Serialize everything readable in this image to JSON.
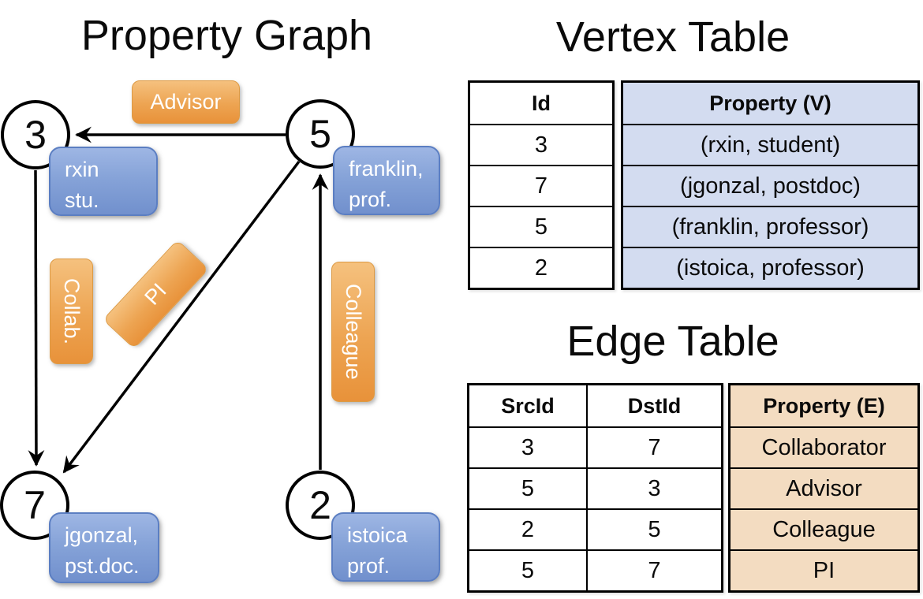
{
  "slide": {
    "graph_title": "Property Graph",
    "vertex_table_title": "Vertex Table",
    "edge_table_title": "Edge Table"
  },
  "graph": {
    "vertices": [
      {
        "id": "3",
        "line1": "rxin",
        "line2": "stu."
      },
      {
        "id": "5",
        "line1": "franklin,",
        "line2": "prof."
      },
      {
        "id": "7",
        "line1": "jgonzal,",
        "line2": "pst.doc."
      },
      {
        "id": "2",
        "line1": "istoica",
        "line2": "prof."
      }
    ],
    "edges": [
      {
        "label": "Advisor",
        "src": "5",
        "dst": "3"
      },
      {
        "label": "Collab.",
        "src": "3",
        "dst": "7"
      },
      {
        "label": "PI",
        "src": "5",
        "dst": "7"
      },
      {
        "label": "Colleague",
        "src": "2",
        "dst": "5"
      }
    ]
  },
  "vertex_table": {
    "columns": [
      "Id",
      "Property (V)"
    ],
    "rows": [
      [
        "3",
        "(rxin, student)"
      ],
      [
        "7",
        "(jgonzal, postdoc)"
      ],
      [
        "5",
        "(franklin, professor)"
      ],
      [
        "2",
        "(istoica, professor)"
      ]
    ]
  },
  "edge_table": {
    "columns": [
      "SrcId",
      "DstId",
      "Property (E)"
    ],
    "rows": [
      [
        "3",
        "7",
        "Collaborator"
      ],
      [
        "5",
        "3",
        "Advisor"
      ],
      [
        "2",
        "5",
        "Colleague"
      ],
      [
        "5",
        "7",
        "PI"
      ]
    ]
  },
  "colors": {
    "node_blue": "#86a3d8",
    "node_blue_border": "#5b7ec2",
    "label_orange": "#eda452",
    "vertex_property_bg": "#d3dcf0",
    "edge_property_bg": "#f3dcc1",
    "line_black": "#000000"
  }
}
